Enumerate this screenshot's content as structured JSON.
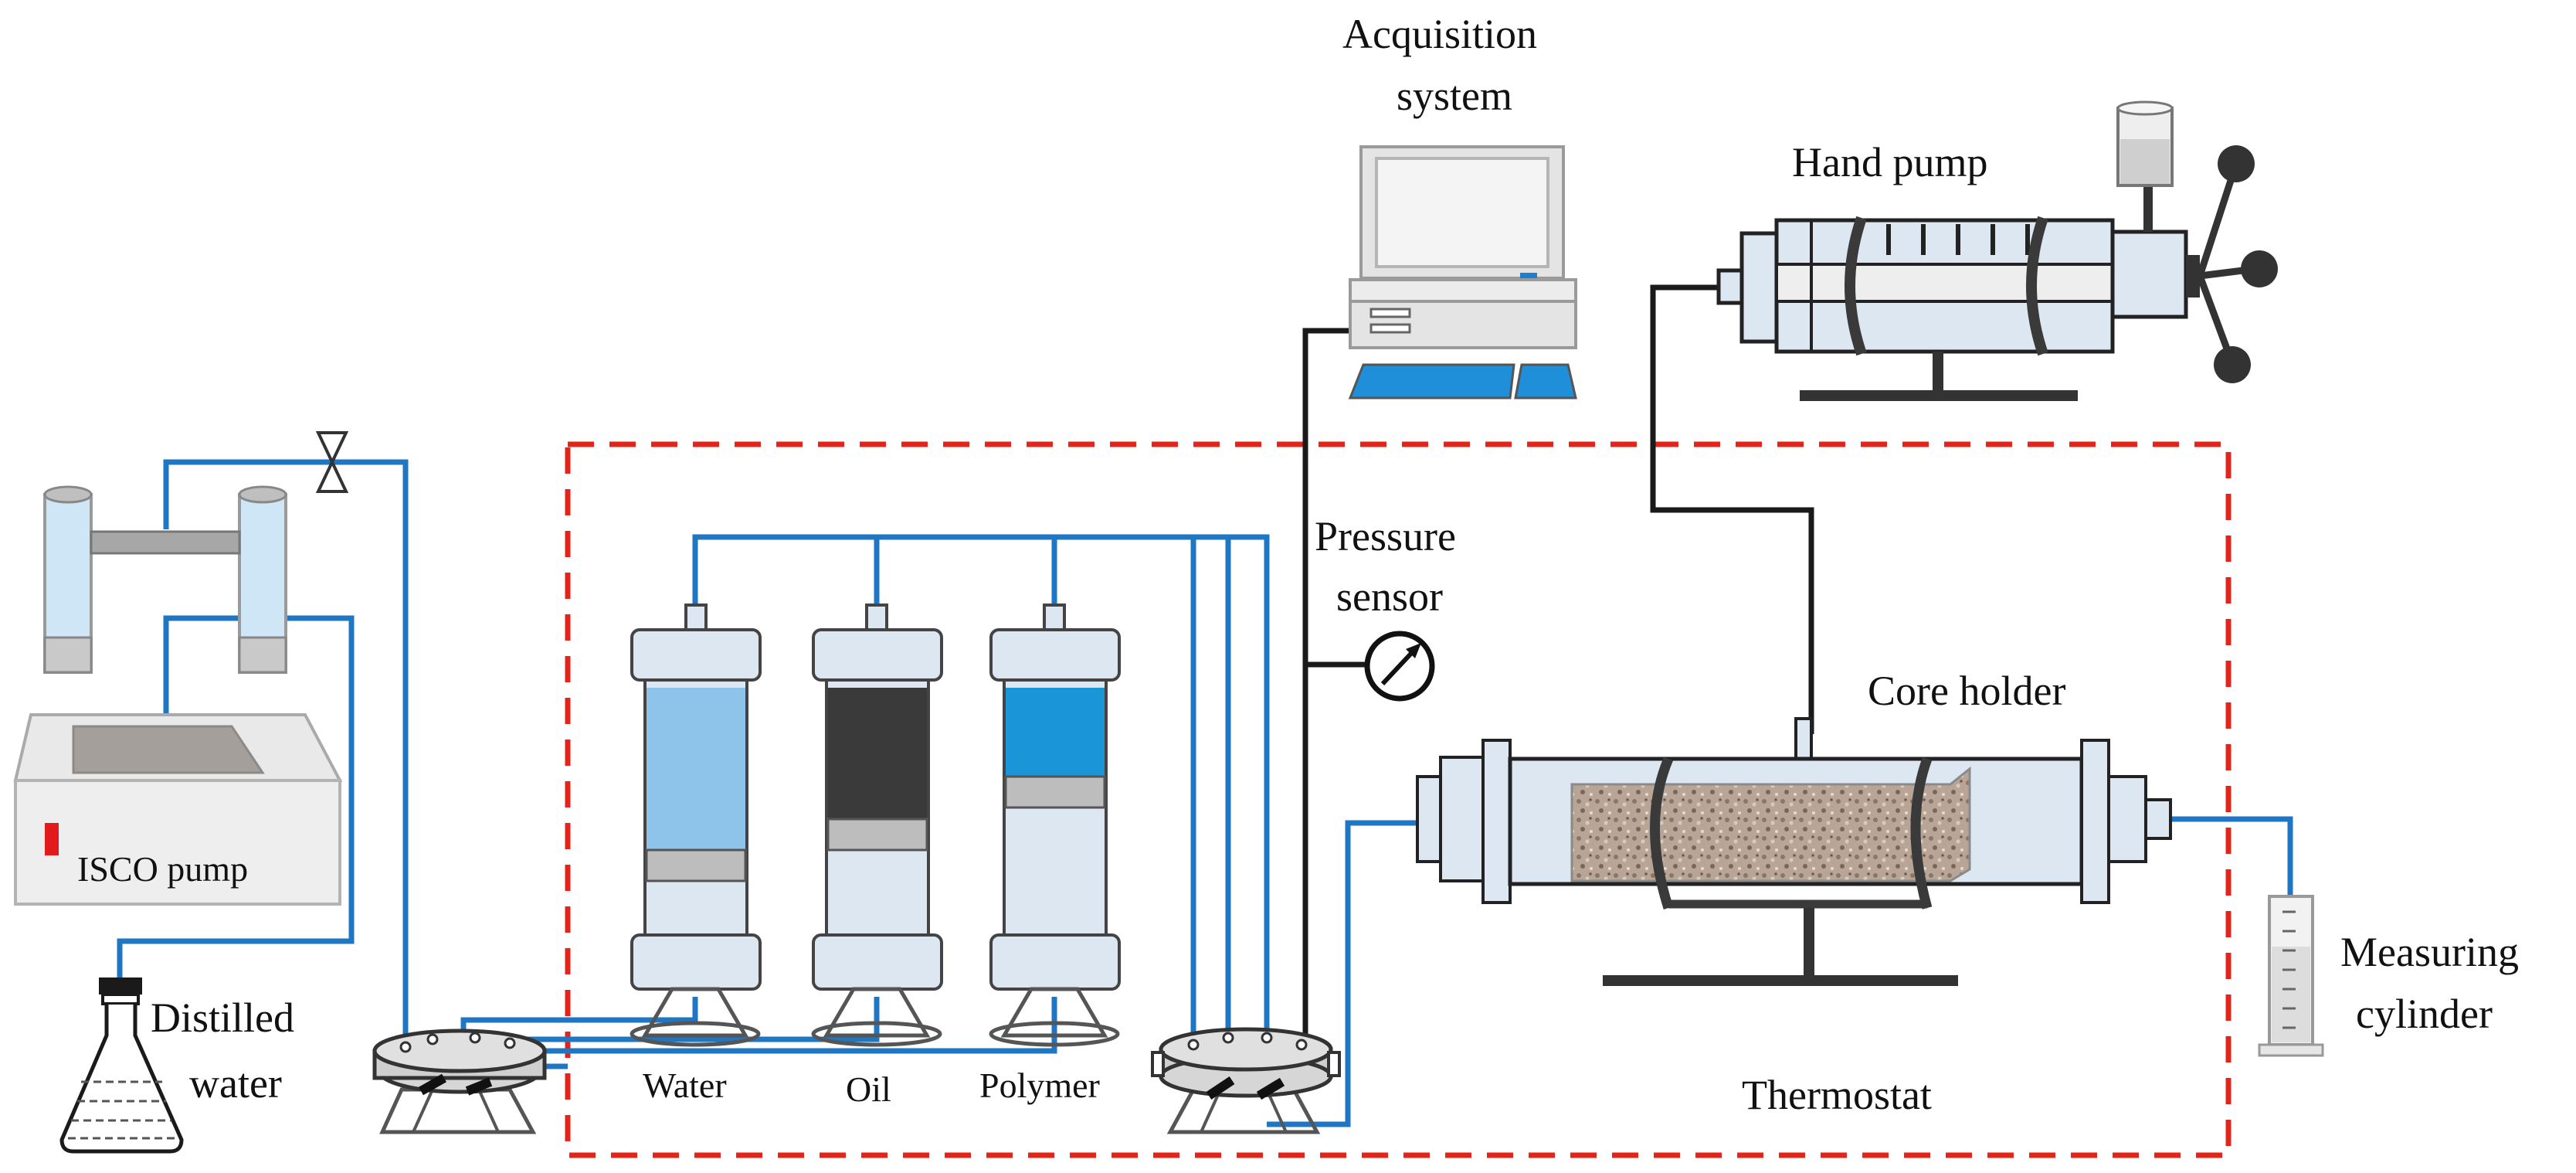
{
  "labels": {
    "acquisition_line1": "Acquisition",
    "acquisition_line2": "system",
    "hand_pump": "Hand pump",
    "pressure_line1": "Pressure",
    "pressure_line2": "sensor",
    "core_holder": "Core holder",
    "isco_pump": "ISCO pump",
    "distilled_line1": "Distilled",
    "distilled_line2": "water",
    "water": "Water",
    "oil": "Oil",
    "polymer": "Polymer",
    "thermostat": "Thermostat",
    "measuring_line1": "Measuring",
    "measuring_line2": "cylinder"
  },
  "colors": {
    "tubing_water": "#1f77c4",
    "tubing_signal": "#1a1a1a",
    "thermostat_border": "#e3241b",
    "water_fill": "#8ec3ea",
    "oil_fill": "#3a3a3a",
    "polymer_fill": "#1a95d8",
    "vessel_body": "#dce7f1"
  },
  "icons": [
    "computer-icon",
    "hand-pump-icon",
    "pressure-gauge-icon",
    "core-holder-icon",
    "isco-pump-icon",
    "flask-icon",
    "valve-icon",
    "measuring-cylinder-icon"
  ]
}
